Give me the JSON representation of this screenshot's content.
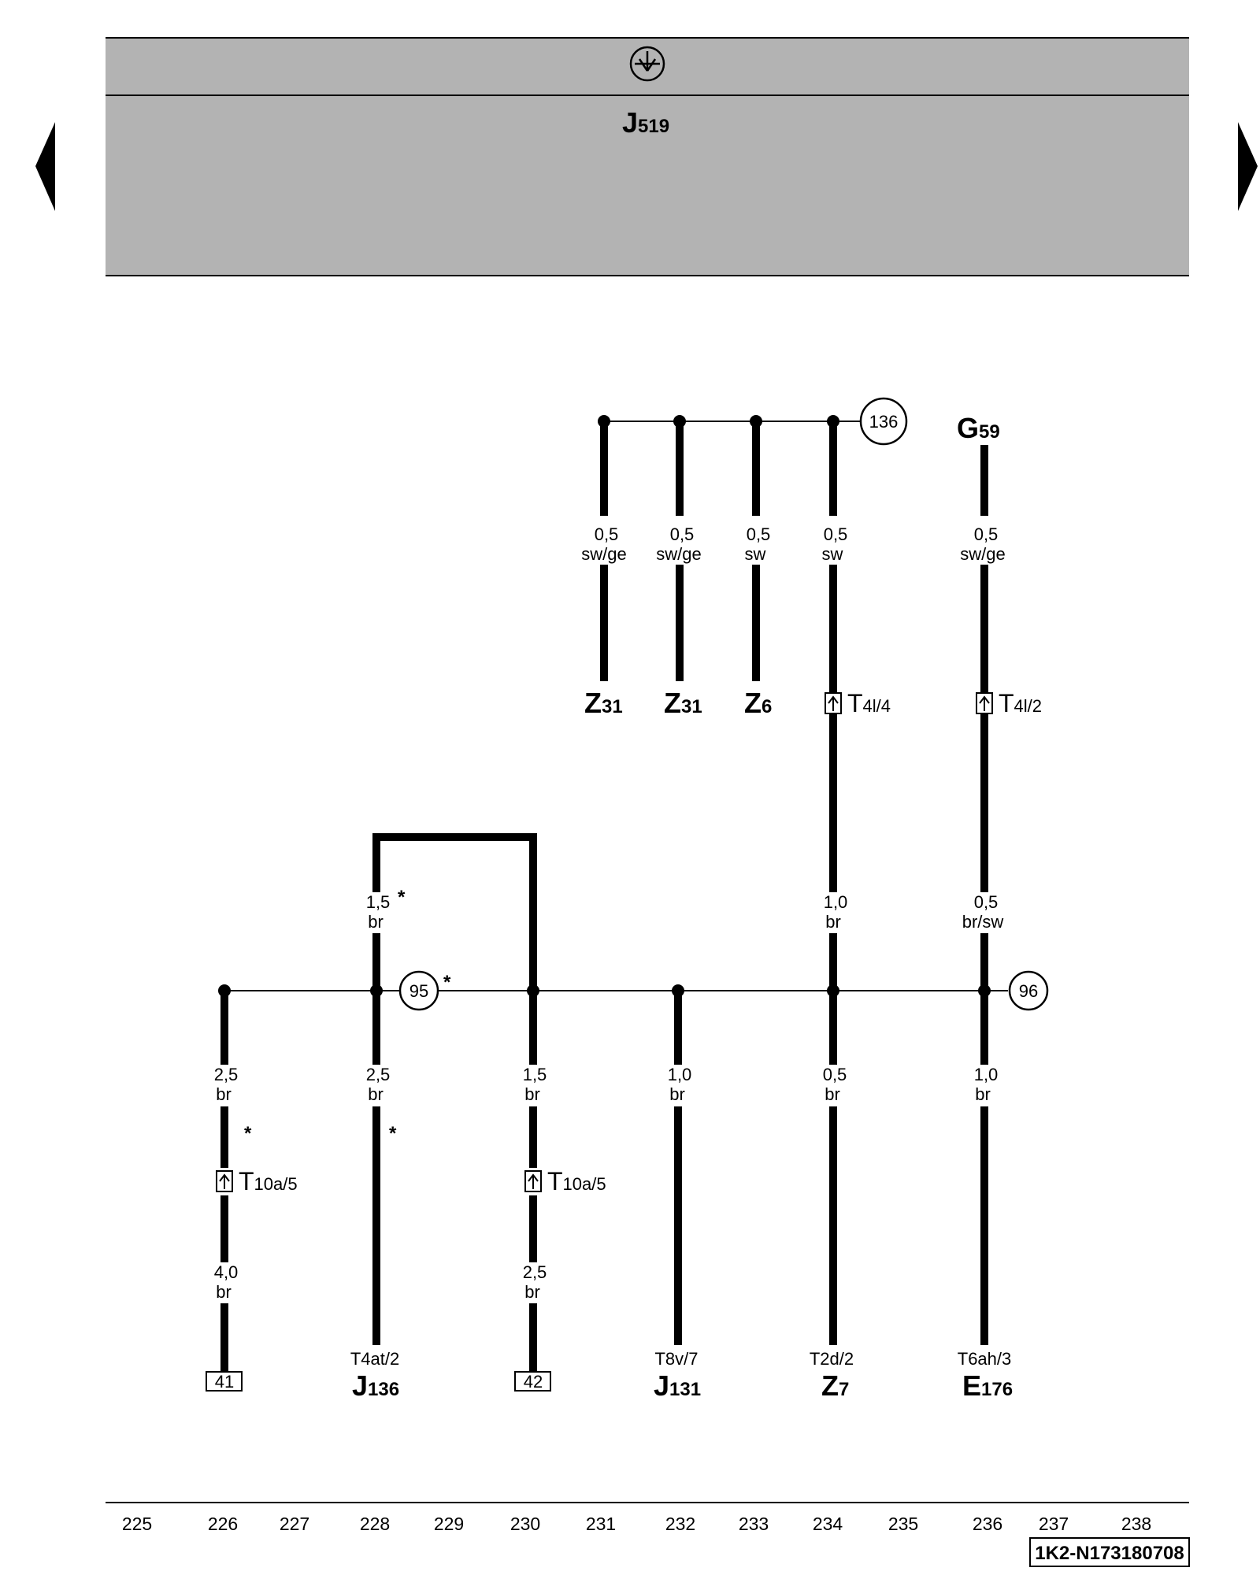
{
  "header": {
    "module_main": "J",
    "module_sub": "519",
    "symbol": "ground-symbol-icon"
  },
  "nav": {
    "prev": "triangle-left-icon",
    "next": "triangle-right-icon"
  },
  "upper_ground_node": "136",
  "upper_wires": [
    {
      "size": "0,5",
      "color": "sw/ge",
      "comp_main": "Z",
      "comp_sub": "31"
    },
    {
      "size": "0,5",
      "color": "sw/ge",
      "comp_main": "Z",
      "comp_sub": "31"
    },
    {
      "size": "0,5",
      "color": "sw",
      "comp_main": "Z",
      "comp_sub": "6"
    }
  ],
  "wire_234": {
    "upper_size": "0,5",
    "upper_color": "sw",
    "connector_main": "T",
    "connector_sub": "4l/4",
    "lower_size": "1,0",
    "lower_color": "br"
  },
  "g59": {
    "label_main": "G",
    "label_sub": "59",
    "upper_size": "0,5",
    "upper_color": "sw/ge",
    "connector_main": "T",
    "connector_sub": "4l/2",
    "lower_size": "0,5",
    "lower_color": "br/sw"
  },
  "loop_wire": {
    "size": "1,5",
    "color": "br",
    "mark": "*"
  },
  "node_95": {
    "num": "95",
    "mark": "*"
  },
  "node_96": {
    "num": "96"
  },
  "lower_wires": [
    {
      "size": "2,5",
      "color": "br",
      "mark": "*",
      "connector_main": "T",
      "connector_sub": "10a/5",
      "size2": "4,0",
      "color2": "br",
      "terminal": "41"
    },
    {
      "size": "2,5",
      "color": "br",
      "mark": "*",
      "pin": "T4at/2",
      "comp_main": "J",
      "comp_sub": "136"
    },
    {
      "size": "1,5",
      "color": "br",
      "connector_main": "T",
      "connector_sub": "10a/5",
      "size2": "2,5",
      "color2": "br",
      "terminal": "42"
    },
    {
      "size": "1,0",
      "color": "br",
      "pin": "T8v/7",
      "comp_main": "J",
      "comp_sub": "131"
    },
    {
      "size": "0,5",
      "color": "br",
      "pin": "T2d/2",
      "comp_main": "Z",
      "comp_sub": "7"
    },
    {
      "size": "1,0",
      "color": "br",
      "pin": "T6ah/3",
      "comp_main": "E",
      "comp_sub": "176"
    }
  ],
  "tracks": [
    "225",
    "226",
    "227",
    "228",
    "229",
    "230",
    "231",
    "232",
    "233",
    "234",
    "235",
    "236",
    "237",
    "238"
  ],
  "doc_id": "1K2-N173180708"
}
